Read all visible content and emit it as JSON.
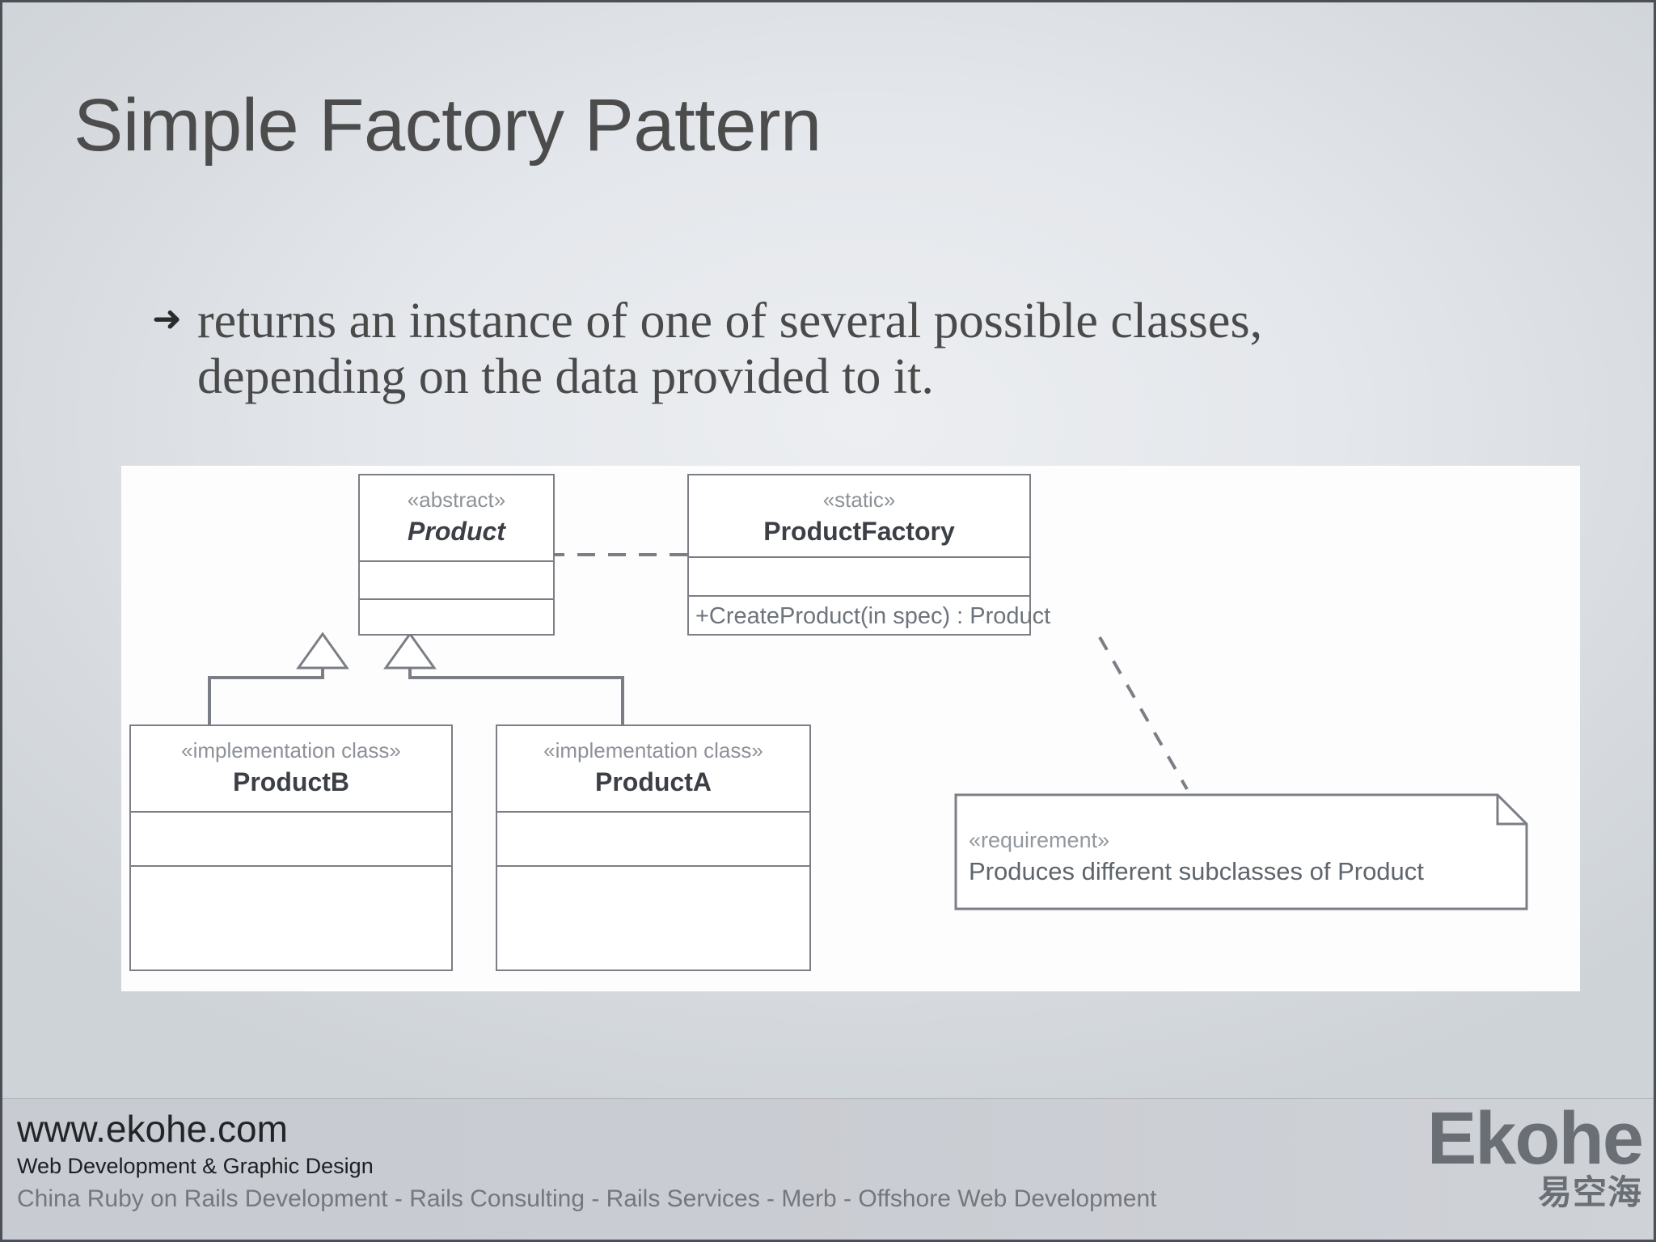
{
  "slide": {
    "title": "Simple Factory Pattern",
    "bullet_marker": "➜",
    "bullet_text": "returns an instance of one of several possible classes, depending on the data provided to it."
  },
  "diagram": {
    "type": "uml-class-diagram",
    "classes": [
      {
        "id": "product",
        "stereotype": "«abstract»",
        "name": "Product",
        "name_italic": true,
        "compartments": [
          "",
          ""
        ]
      },
      {
        "id": "product-factory",
        "stereotype": "«static»",
        "name": "ProductFactory",
        "name_italic": false,
        "compartments": [
          "",
          "+CreateProduct(in spec) : Product"
        ]
      },
      {
        "id": "product-b",
        "stereotype": "«implementation class»",
        "name": "ProductB",
        "name_italic": false,
        "compartments": [
          "",
          ""
        ]
      },
      {
        "id": "product-a",
        "stereotype": "«implementation class»",
        "name": "ProductA",
        "name_italic": false,
        "compartments": [
          "",
          ""
        ]
      }
    ],
    "note": {
      "stereotype": "«requirement»",
      "text": "Produces different subclasses of Product"
    },
    "relations": [
      {
        "kind": "dependency",
        "from": "product-factory",
        "to": "product",
        "style": "dashed-open-arrow"
      },
      {
        "kind": "generalization",
        "from": "product-b",
        "to": "product",
        "style": "solid-hollow-triangle"
      },
      {
        "kind": "generalization",
        "from": "product-a",
        "to": "product",
        "style": "solid-hollow-triangle"
      },
      {
        "kind": "note-anchor",
        "from": "product-factory",
        "to": "note",
        "style": "dashed"
      }
    ]
  },
  "footer": {
    "url": "www.ekohe.com",
    "tagline": "Web Development & Graphic Design",
    "services": "China Ruby on Rails Development - Rails Consulting - Rails Services - Merb - Offshore Web Development",
    "logo_word": "Ekohe",
    "logo_cn": "易空海"
  },
  "colors": {
    "background": "#e4e7eb",
    "title_text": "#4c4c4c",
    "body_text": "#4a4a4a",
    "panel": "#fdfdfd",
    "uml_stroke": "#7b7f85",
    "footer_bar": "#c9ccd2",
    "logo": "#6a6f76"
  }
}
